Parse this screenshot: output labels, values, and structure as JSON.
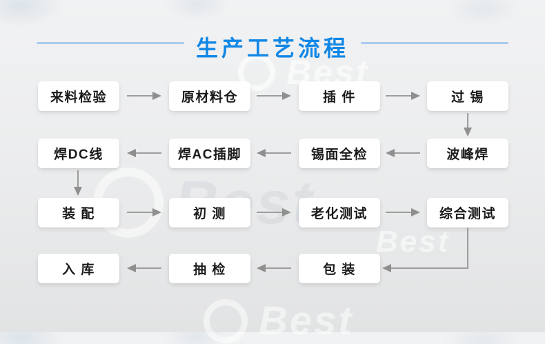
{
  "header": {
    "title": "生产工艺流程",
    "title_color": "#1187e6",
    "divider_color": "#a9cbee"
  },
  "watermark": {
    "brand_text": "Best"
  },
  "flow": {
    "arrow_color": "#8f8f8f",
    "box_bg": "#ffffff",
    "box_text_color": "#1a1a1a",
    "rows": [
      {
        "flow_direction": "right",
        "boxes": [
          "来料检验",
          "原材料仓",
          "插 件",
          "过 锡"
        ]
      },
      {
        "flow_direction": "left",
        "boxes": [
          "焊DC线",
          "焊AC插脚",
          "锡面全检",
          "波峰焊"
        ]
      },
      {
        "flow_direction": "right",
        "boxes": [
          "装 配",
          "初 测",
          "老化测试",
          "综合测试"
        ]
      },
      {
        "flow_direction": "left",
        "boxes": [
          "入 库",
          "抽 检",
          "包 装"
        ]
      }
    ],
    "connectors": [
      {
        "from": "来料检验",
        "to": "原材料仓",
        "type": "arrow-right"
      },
      {
        "from": "原材料仓",
        "to": "插件",
        "type": "arrow-right"
      },
      {
        "from": "插件",
        "to": "过锡",
        "type": "arrow-right"
      },
      {
        "from": "过锡",
        "to": "波峰焊",
        "type": "arrow-down"
      },
      {
        "from": "波峰焊",
        "to": "锡面全检",
        "type": "arrow-left"
      },
      {
        "from": "锡面全检",
        "to": "焊AC插脚",
        "type": "arrow-left"
      },
      {
        "from": "焊AC插脚",
        "to": "焊DC线",
        "type": "arrow-left"
      },
      {
        "from": "焊DC线",
        "to": "装配",
        "type": "arrow-down"
      },
      {
        "from": "装配",
        "to": "初测",
        "type": "arrow-right"
      },
      {
        "from": "初测",
        "to": "老化测试",
        "type": "arrow-right"
      },
      {
        "from": "老化测试",
        "to": "综合测试",
        "type": "arrow-right"
      },
      {
        "from": "综合测试",
        "to": "包装",
        "type": "elbow-down-left"
      },
      {
        "from": "包装",
        "to": "抽检",
        "type": "arrow-left"
      },
      {
        "from": "抽检",
        "to": "入库",
        "type": "arrow-left"
      }
    ]
  }
}
